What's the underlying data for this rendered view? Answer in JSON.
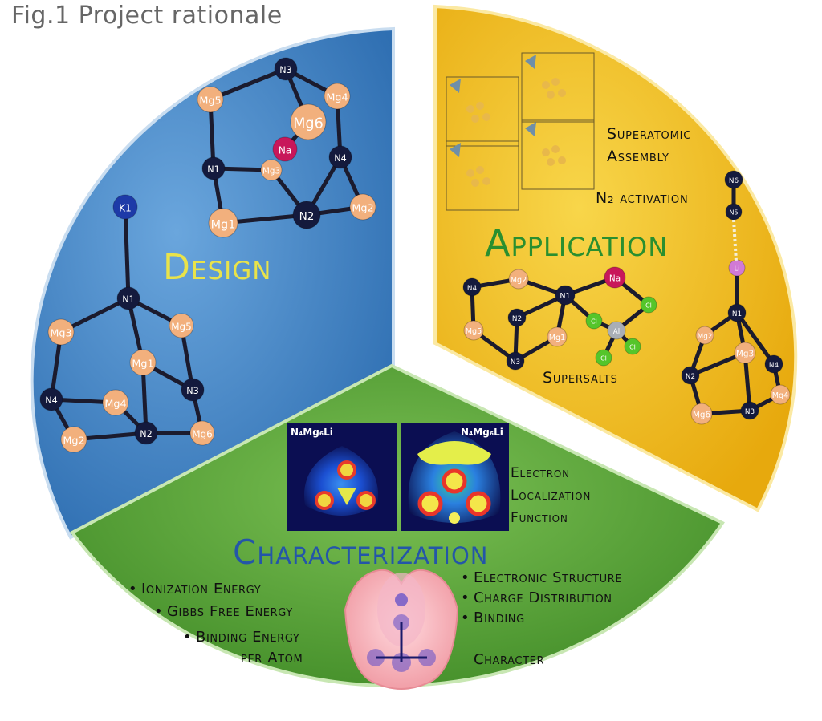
{
  "title": "Fig.1 Project rationale",
  "sections": {
    "design": {
      "label": "Design",
      "color": "#3f84c9"
    },
    "application": {
      "label": "Application",
      "color": "#f3c21b"
    },
    "characterization": {
      "label": "Characterization",
      "color": "#5aa93a"
    }
  },
  "application_notes": {
    "superatomic_line1": "Superatomic",
    "superatomic_line2": "Assembly",
    "n2_activation": "N₂ activation",
    "supersalts": "Supersalts"
  },
  "elf": {
    "label_left": "N₄Mg₆Li",
    "label_right": "N₄Mg₆Li",
    "line1": "Electron",
    "line2": "Localization",
    "line3": "Function"
  },
  "characterization_left": [
    "Ionization Energy",
    "Gibbs Free Energy",
    "Binding Energy",
    "per Atom"
  ],
  "characterization_right": [
    "Electronic Structure",
    "Charge Distribution",
    "Binding",
    "Character"
  ],
  "molecules": {
    "design_top": {
      "atoms": [
        "N3",
        "Mg5",
        "Mg4",
        "Mg6",
        "Na",
        "N1",
        "Mg3",
        "N4",
        "Mg1",
        "N2",
        "Mg2"
      ]
    },
    "design_left": {
      "atoms": [
        "K1",
        "N1",
        "Mg3",
        "Mg5",
        "Mg1",
        "N4",
        "Mg4",
        "N3",
        "Mg2",
        "N2",
        "Mg6"
      ]
    },
    "supersalt": {
      "atoms": [
        "N4",
        "Mg2",
        "Mg5",
        "N2",
        "Mg1",
        "N3",
        "N1",
        "Na",
        "Cl",
        "Cl",
        "Al",
        "Cl",
        "Cl"
      ]
    },
    "n2_activation": {
      "atoms": [
        "N6",
        "N5",
        "Li",
        "N1",
        "Mg3",
        "Mg2",
        "N2",
        "N4",
        "Mg4",
        "Mg6",
        "N3"
      ]
    }
  },
  "colors": {
    "mg": "#f2b07d",
    "n": "#141a3d",
    "na": "#c8175a",
    "k": "#1d3aa8",
    "li": "#d17ad6",
    "cl": "#55c52a",
    "al": "#a9aeb6"
  }
}
